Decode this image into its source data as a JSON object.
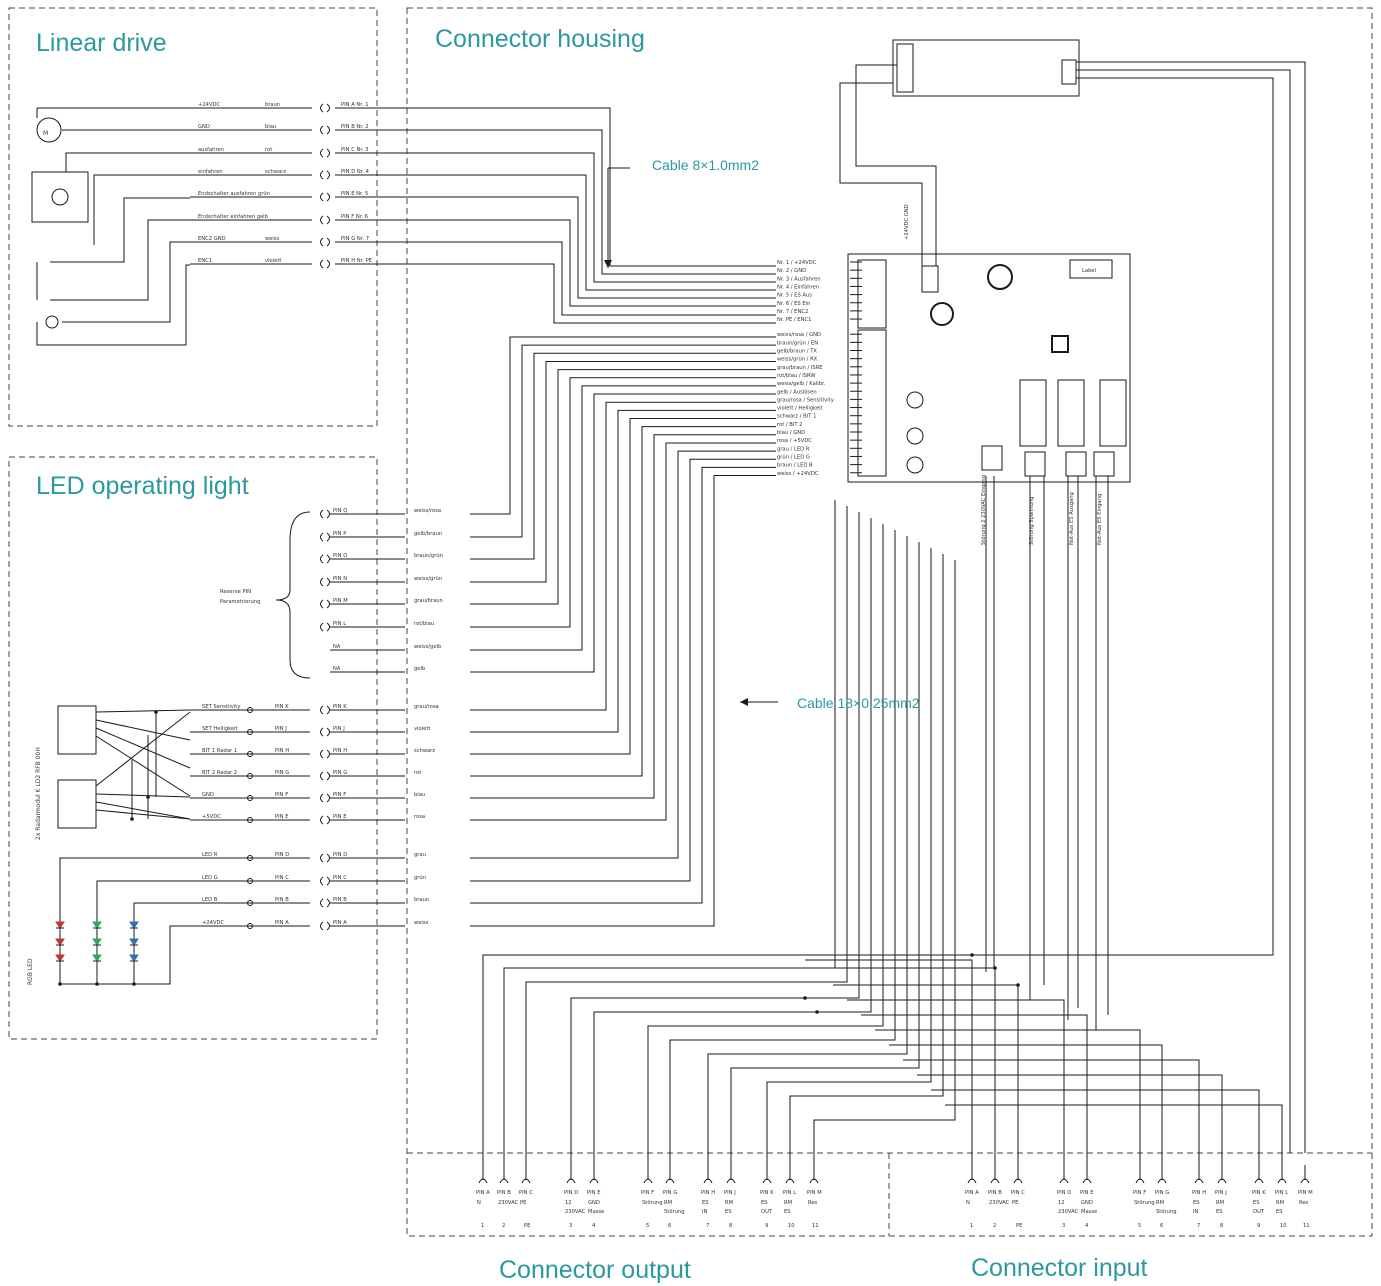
{
  "sections": {
    "linear_drive": "Linear drive",
    "connector_housing": "Connector housing",
    "led_light": "LED operating light",
    "connector_output": "Connector output",
    "connector_input": "Connector input"
  },
  "cables": {
    "cable1": "Cable 8×1.0mm2",
    "cable2": "Cable 18×0.25mm2"
  },
  "colors": {
    "title": "#2a9aa0",
    "line": "#1a1a1a",
    "frame": "#444444",
    "led_red": "#c0392b",
    "led_green": "#27ae60",
    "led_blue": "#2e6fb7"
  },
  "linear_drive_pins": [
    {
      "signal": "+24VDC",
      "color": "braun",
      "pin": "PIN A Nr. 1"
    },
    {
      "signal": "GND",
      "color": "blau",
      "pin": "PIN B Nr. 2"
    },
    {
      "signal": "ausfahren",
      "color": "rot",
      "pin": "PIN C Nr. 3"
    },
    {
      "signal": "einfahren",
      "color": "schwarz",
      "pin": "PIN D Nr. 4"
    },
    {
      "signal": "Endschalter ausfahren grün",
      "color": "",
      "pin": "PIN E Nr. 5"
    },
    {
      "signal": "Endschalter einfahren gelb",
      "color": "",
      "pin": "PIN F Nr. 6"
    },
    {
      "signal": "ENC2 GND",
      "color": "weiss",
      "pin": "PIN G Nr. 7"
    },
    {
      "signal": "ENC1",
      "color": "violett",
      "pin": "PIN H Nr. PE"
    }
  ],
  "led_pins": [
    {
      "pin": "PIN Q",
      "color": "weiss/rosa"
    },
    {
      "pin": "PIN P",
      "color": "gelb/braun"
    },
    {
      "pin": "PIN O",
      "color": "braun/grün"
    },
    {
      "pin": "PIN N",
      "color": "weiss/grün"
    },
    {
      "pin": "PIN M",
      "color": "grau/braun"
    },
    {
      "pin": "PIN L",
      "color": "rot/blau"
    },
    {
      "pin": "NA",
      "color": "weiss/gelb"
    },
    {
      "pin": "NA",
      "color": "gelb"
    }
  ],
  "reserve_label": "Reserve PIN Parametrierung",
  "radio_pins": [
    {
      "signal": "SET Sensitivity",
      "pin": "PIN K",
      "pin2": "PIN K",
      "color": "grau/rosa"
    },
    {
      "signal": "SET Helligkeit",
      "pin": "PIN J",
      "pin2": "PIN J",
      "color": "violett"
    },
    {
      "signal": "BIT 1 Radar 1",
      "pin": "PIN H",
      "pin2": "PIN H",
      "color": "schwarz"
    },
    {
      "signal": "BIT 2 Radar 2",
      "pin": "PIN G",
      "pin2": "PIN G",
      "color": "rot"
    },
    {
      "signal": "GND",
      "pin": "PIN F",
      "pin2": "PIN F",
      "color": "blau"
    },
    {
      "signal": "+5VDC",
      "pin": "PIN E",
      "pin2": "PIN E",
      "color": "rosa"
    }
  ],
  "rgb_pins": [
    {
      "signal": "LED R",
      "pin": "PIN D",
      "pin2": "PIN D",
      "color": "grau"
    },
    {
      "signal": "LED G",
      "pin": "PIN C",
      "pin2": "PIN C",
      "color": "grün"
    },
    {
      "signal": "LED B",
      "pin": "PIN B",
      "pin2": "PIN B",
      "color": "braun"
    },
    {
      "signal": "+24VDC",
      "pin": "PIN A",
      "pin2": "PIN A",
      "color": "weiss"
    }
  ],
  "radar_module_label": "2x Radarmodul K LD2 RFB 00H",
  "rgb_led_label": "RGB LED",
  "board_terminals": [
    "Nr. 1 / +24VDC",
    "Nr. 2 / GND",
    "Nr. 3 / Ausfahren",
    "Nr. 4 / Einfahren",
    "Nr. 5 / ES Aus",
    "Nr. 6 / ES Ein",
    "Nr. 7 / ENC2",
    "Nr. PE / ENC1",
    "weiss/rosa / GND",
    "braun/grün / EN",
    "gelb/braun / TX",
    "weiss/grün / RX",
    "grau/braun / ISRE",
    "rot/blau / ISRW",
    "weiss/gelb / Kalibr.",
    "gelb / Auslösen",
    "grau/rosa / Sensitivity",
    "violett / Helligkeit",
    "schwarz / BIT 1",
    "rot / BIT 2",
    "blau / GND",
    "rosa / +5VDC",
    "grau / LED R",
    "grün / LED G",
    "braun / LED B",
    "weiss / +24VDC"
  ],
  "board_label": "Label",
  "power_label": "+24VDC GND",
  "relay_labels": [
    "Störung 2 230VAC Eingang",
    "Störung Spannung",
    "Not-Aus ES Ausgang",
    "Not-Aus ES Eingang"
  ],
  "conn_output": [
    {
      "pin": "PIN A",
      "sig": "N",
      "num": "1"
    },
    {
      "pin": "PIN B",
      "sig": "230VAC",
      "num": "2"
    },
    {
      "pin": "PIN C",
      "sig": "PE",
      "num": "PE"
    },
    {
      "pin": "PIN D",
      "sig": "12 230VAC",
      "num": "3"
    },
    {
      "pin": "PIN E",
      "sig": "GND Masse",
      "num": "4"
    },
    {
      "pin": "PIN F",
      "sig": "Störung",
      "num": "5"
    },
    {
      "pin": "PIN G",
      "sig": "RM Störung",
      "num": "6"
    },
    {
      "pin": "PIN H",
      "sig": "ES IN",
      "num": "7"
    },
    {
      "pin": "PIN J",
      "sig": "RM ES IN",
      "num": "8"
    },
    {
      "pin": "PIN K",
      "sig": "ES OUT",
      "num": "9"
    },
    {
      "pin": "PIN L",
      "sig": "RM ES OUT",
      "num": "10"
    },
    {
      "pin": "PIN M",
      "sig": "Res",
      "num": "11"
    }
  ],
  "conn_input": [
    {
      "pin": "PIN A",
      "sig": "N",
      "num": "1"
    },
    {
      "pin": "PIN B",
      "sig": "230VAC",
      "num": "2"
    },
    {
      "pin": "PIN C",
      "sig": "PE",
      "num": "PE"
    },
    {
      "pin": "PIN D",
      "sig": "12 230VAC",
      "num": "3"
    },
    {
      "pin": "PIN E",
      "sig": "GND Masse",
      "num": "4"
    },
    {
      "pin": "PIN F",
      "sig": "Störung",
      "num": "5"
    },
    {
      "pin": "PIN G",
      "sig": "RM Störung",
      "num": "6"
    },
    {
      "pin": "PIN H",
      "sig": "ES IN",
      "num": "7"
    },
    {
      "pin": "PIN J",
      "sig": "RM ES IN",
      "num": "8"
    },
    {
      "pin": "PIN K",
      "sig": "ES OUT",
      "num": "9"
    },
    {
      "pin": "PIN L",
      "sig": "RM ES OUT",
      "num": "10"
    },
    {
      "pin": "PIN M",
      "sig": "Res",
      "num": "11"
    }
  ]
}
